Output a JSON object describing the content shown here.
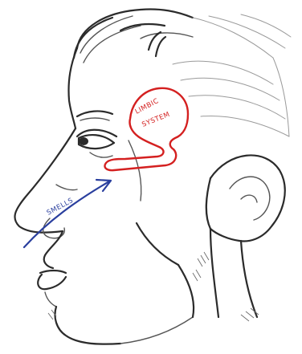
{
  "figure": {
    "labels": {
      "limbic_line1": "LIMBIC",
      "limbic_line2": "SYSTEM",
      "arrow_label": "SMELLS"
    },
    "colors": {
      "pencil": "#2b2b2b",
      "limbic_outline": "#d42020",
      "smell_arrow": "#2a3f9e",
      "paper": "#ffffff"
    }
  }
}
